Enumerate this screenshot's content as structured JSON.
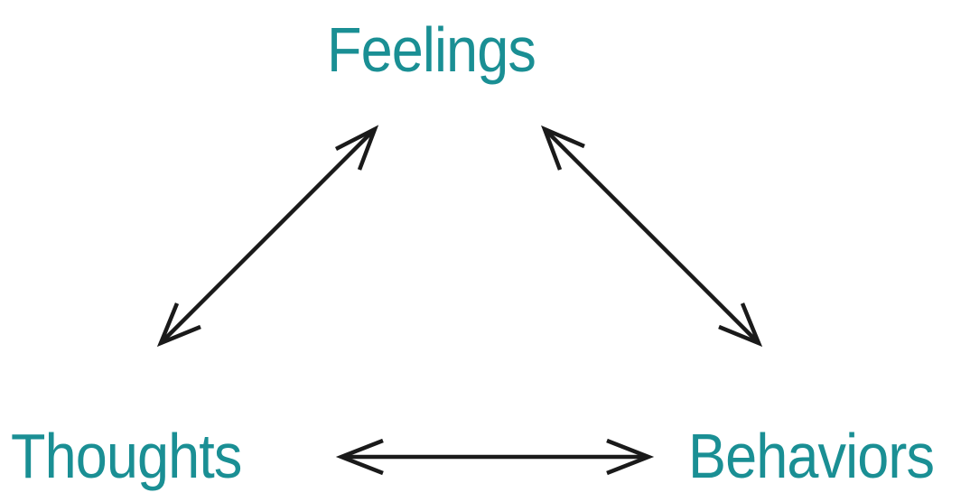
{
  "nodes": {
    "feelings": "Feelings",
    "thoughts": "Thoughts",
    "behaviors": "Behaviors"
  },
  "edges": [
    {
      "from": "thoughts",
      "to": "feelings",
      "direction": "bidirectional"
    },
    {
      "from": "feelings",
      "to": "behaviors",
      "direction": "bidirectional"
    },
    {
      "from": "thoughts",
      "to": "behaviors",
      "direction": "bidirectional"
    }
  ],
  "colors": {
    "label": "#1a8f94",
    "arrow": "#1a1a1a",
    "background": "#ffffff"
  }
}
